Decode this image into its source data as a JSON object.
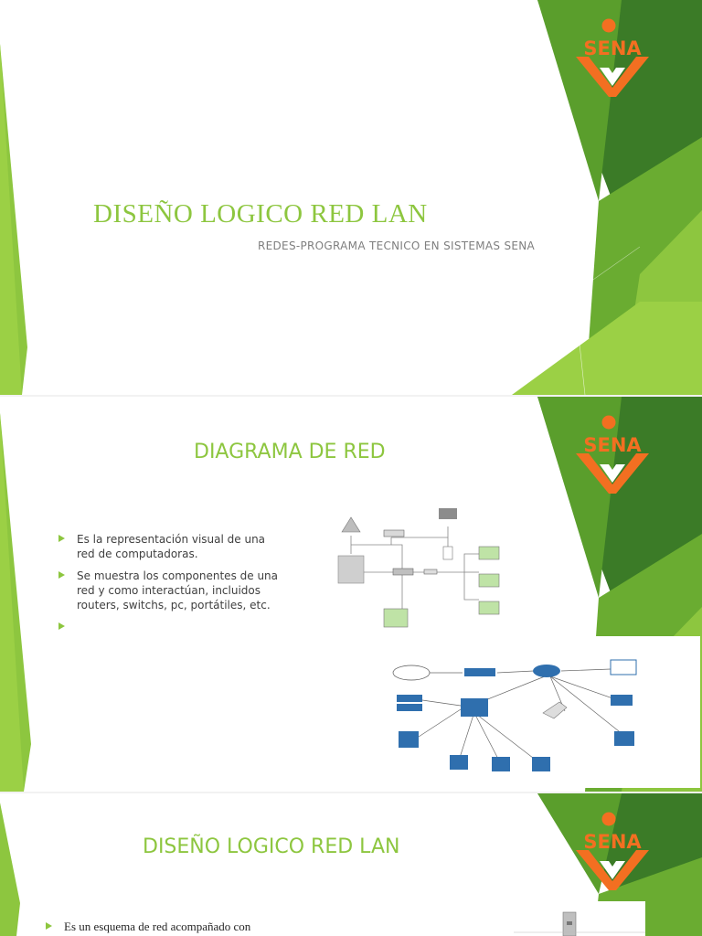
{
  "colors": {
    "accent": "#8dc63f",
    "dark_green": "#3b7b27",
    "mid_green": "#5a9e2c",
    "light_green": "#9bd045",
    "sena_orange": "#f36f21",
    "subtitle_gray": "#7f7f7f"
  },
  "logo": {
    "text": "SENA",
    "icon": "sena-person-icon"
  },
  "slide1": {
    "title": "DISEÑO LOGICO RED LAN",
    "subtitle": "REDES-PROGRAMA TECNICO EN SISTEMAS SENA"
  },
  "slide2": {
    "title": "DIAGRAMA DE RED",
    "bullets": [
      " Es la representación visual de una red de computadoras.",
      " Se muestra los componentes de una red y como interactúan, incluidos routers, switchs, pc, portátiles, etc.",
      ""
    ],
    "bullet_icon": "triangle-bullet-icon"
  },
  "slide3": {
    "title": "DISEÑO LOGICO RED LAN",
    "bullets": [
      "Es un esquema de red acompañado con"
    ]
  }
}
